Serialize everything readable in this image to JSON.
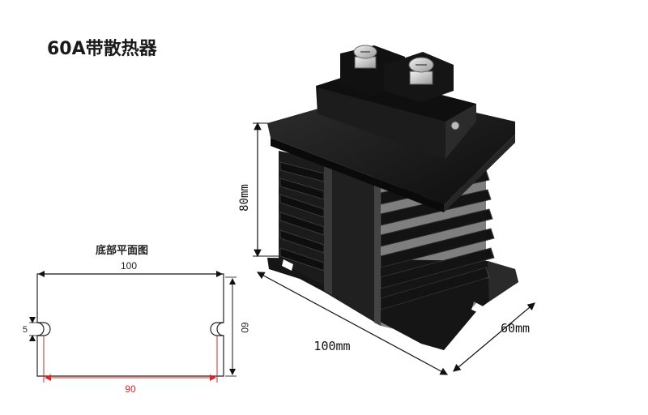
{
  "title": "60A带散热器",
  "bottom_plan": {
    "title": "底部平面图",
    "dim_width": "100",
    "dim_height": "60",
    "dim_slot": "5",
    "dim_hole_spacing": "90"
  },
  "product_dimensions": {
    "height": "80mm",
    "length": "100mm",
    "depth": "60mm"
  },
  "colors": {
    "body": "#1a1a1a",
    "accent_red": "#d9252a"
  }
}
